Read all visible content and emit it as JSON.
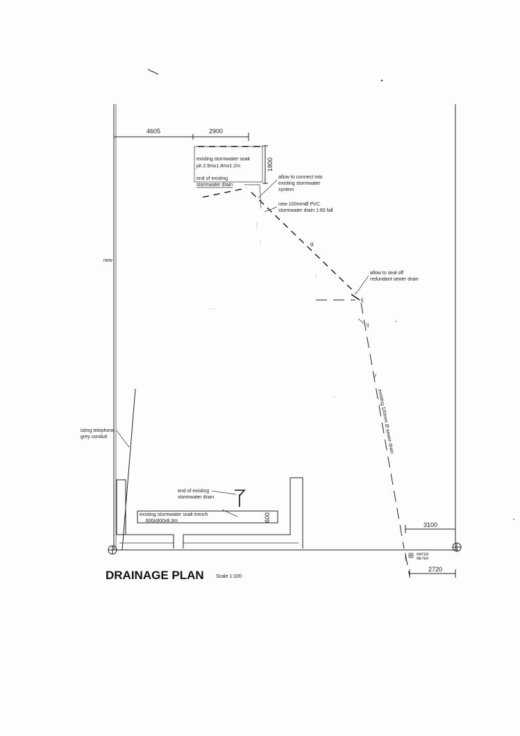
{
  "title": "DRAINAGE PLAN",
  "scale": "Scale 1:100",
  "dimensions": {
    "d4605": "4605",
    "d2900": "2900",
    "d1800": "1800",
    "d600": "600",
    "d3100": "3100",
    "d2720": "2720"
  },
  "labels": {
    "soak_pit_1": "existing stormwater soak",
    "soak_pit_2": "pit 2.9mx1.8mx1.2m",
    "end_drain_top_1": "end of existing",
    "end_drain_top_2": "stormwater drain",
    "connect_1": "allow to connect into",
    "connect_2": "existing stormwater",
    "connect_3": "system",
    "new_pvc_1": "new 100mmØ PVC",
    "new_pvc_2": "stormwater drain 1:60 fall",
    "seal_1": "allow to seal off",
    "seal_2": "redundant sewer drain",
    "sewer": "existing 100mm Ø sewer drain",
    "new": "new",
    "telephone_1": "isting telephone",
    "telephone_2": "grey conduit",
    "end_drain_bottom_1": "end of existing",
    "end_drain_bottom_2": "stormwater drain",
    "trench_1": "existing stormwater soak trench",
    "trench_2": "600x900x8.3m",
    "water_meter_1": "WATER",
    "water_meter_2": "METER",
    "mark_1": "ij",
    "mark_2": "ij"
  }
}
